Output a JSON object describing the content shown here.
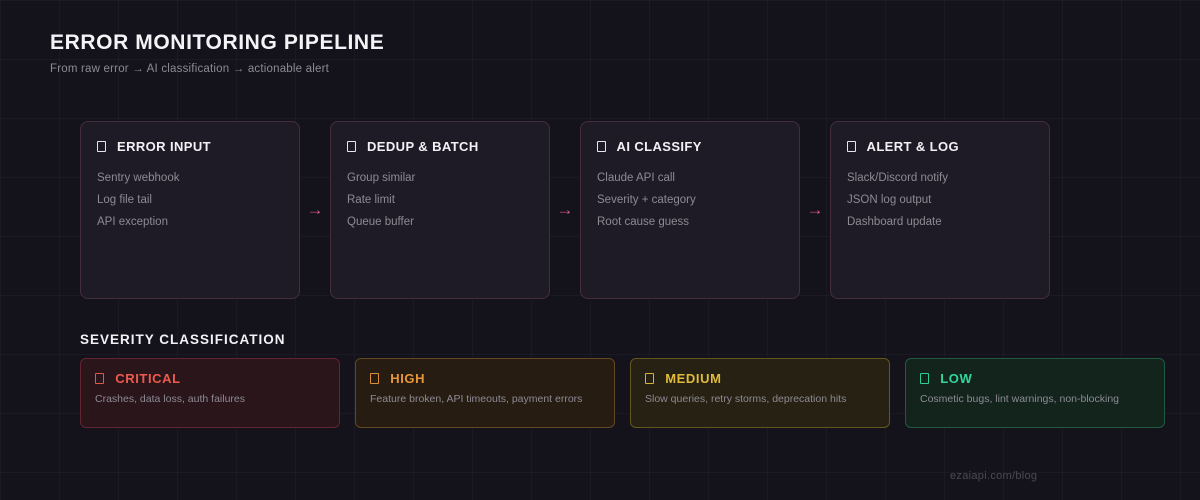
{
  "header": {
    "title": "ERROR MONITORING PIPELINE",
    "subtitle": "From raw error → AI classification → actionable alert"
  },
  "pipeline": {
    "arrow": "→",
    "arrow_color": "#d6568c",
    "stages": [
      {
        "icon": "error-input-icon",
        "title": "ERROR INPUT",
        "items": [
          "Sentry webhook",
          "Log file tail",
          "API exception"
        ]
      },
      {
        "icon": "dedup-batch-icon",
        "title": "DEDUP & BATCH",
        "items": [
          "Group similar",
          "Rate limit",
          "Queue buffer"
        ]
      },
      {
        "icon": "ai-classify-icon",
        "title": "AI CLASSIFY",
        "items": [
          "Claude API call",
          "Severity + category",
          "Root cause guess"
        ]
      },
      {
        "icon": "alert-log-icon",
        "title": "ALERT & LOG",
        "items": [
          "Slack/Discord notify",
          "JSON log output",
          "Dashboard update"
        ]
      }
    ]
  },
  "severity": {
    "heading": "SEVERITY CLASSIFICATION",
    "levels": [
      {
        "icon": "critical-icon",
        "label": "CRITICAL",
        "description": "Crashes, data loss, auth failures",
        "accent": "#ef5a4c"
      },
      {
        "icon": "high-icon",
        "label": "HIGH",
        "description": "Feature broken, API timeouts, payment errors",
        "accent": "#e8963c"
      },
      {
        "icon": "medium-icon",
        "label": "MEDIUM",
        "description": "Slow queries, retry storms, deprecation hits",
        "accent": "#e2bb3a"
      },
      {
        "icon": "low-icon",
        "label": "LOW",
        "description": "Cosmetic bugs, lint warnings, non-blocking",
        "accent": "#32d79e"
      }
    ]
  },
  "footer": {
    "watermark": "ezaiapi.com/blog"
  }
}
